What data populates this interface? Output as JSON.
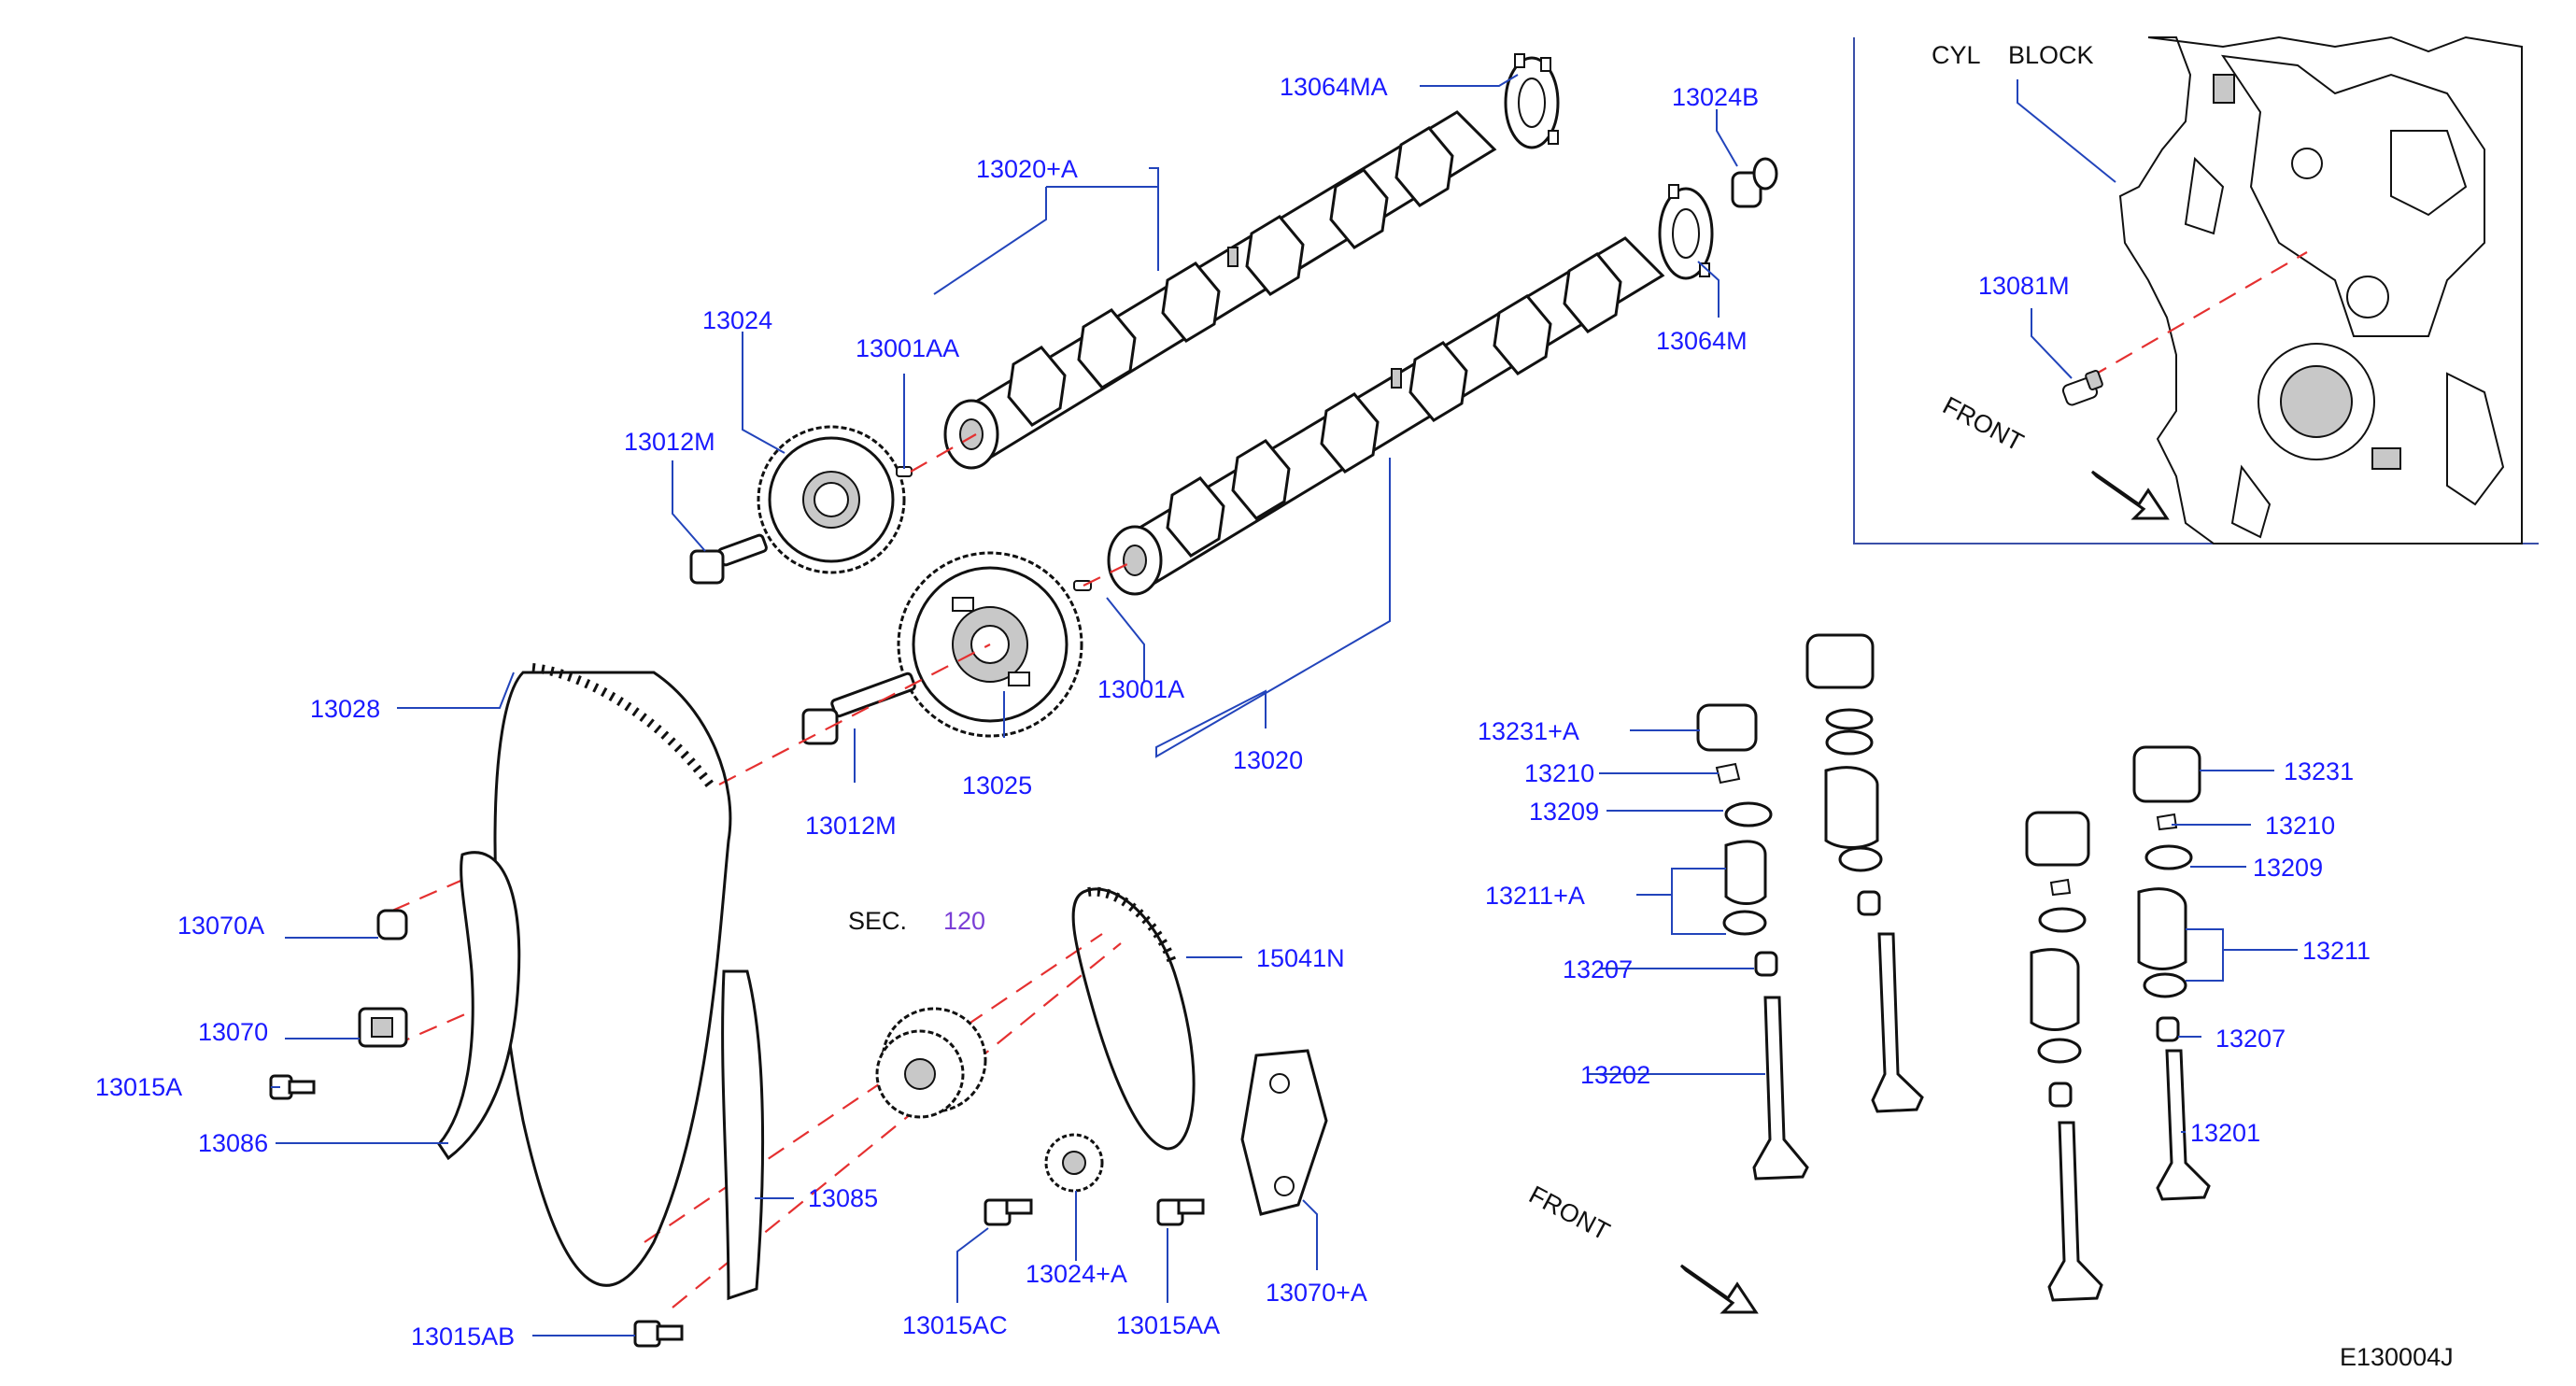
{
  "labels": {
    "p13064MA": "13064MA",
    "p13024B": "13024B",
    "p13020A_plus": "13020+A",
    "p13024": "13024",
    "p13001AA": "13001AA",
    "p13064M": "13064M",
    "p13012M_top": "13012M",
    "p13028": "13028",
    "p13025": "13025",
    "p13001A": "13001A",
    "p13020": "13020",
    "p13012M_bottom": "13012M",
    "p13070A": "13070A",
    "sec": "SEC.",
    "sec_num": "120",
    "p15041N": "15041N",
    "p13070": "13070",
    "p13015A": "13015A",
    "p13086": "13086",
    "p13085": "13085",
    "p13024A_plus": "13024+A",
    "p13015AB": "13015AB",
    "p13015AC": "13015AC",
    "p13015AA": "13015AA",
    "p13070A_plus": "13070+A",
    "p13231A_plus": "13231+A",
    "p13210_left": "13210",
    "p13209_left": "13209",
    "p13211A_plus": "13211+A",
    "p13207_left": "13207",
    "p13202": "13202",
    "p13231": "13231",
    "p13210_right": "13210",
    "p13209_right": "13209",
    "p13211": "13211",
    "p13207_right": "13207",
    "p13201": "13201",
    "front_main": "FRONT",
    "diagram_code": "E130004J"
  },
  "inset": {
    "title_cyl": "CYL",
    "title_block": "BLOCK",
    "p13081M": "13081M",
    "front": "FRONT"
  }
}
